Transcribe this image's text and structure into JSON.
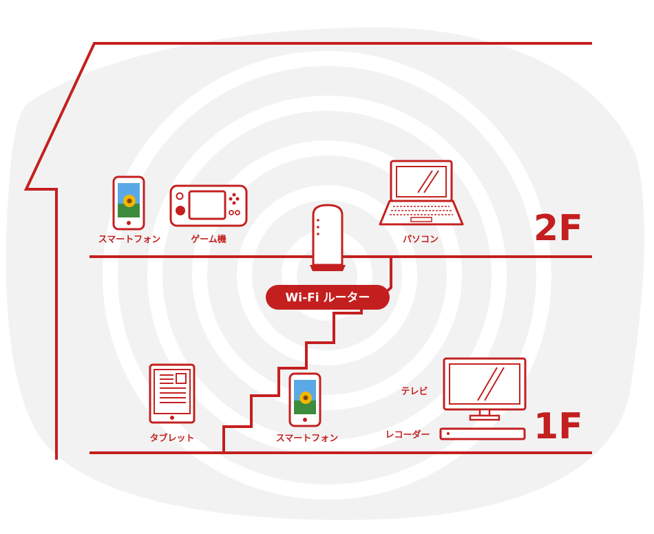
{
  "floors": {
    "upper": "2F",
    "lower": "1F"
  },
  "router_label": "Wi-Fi ルーター",
  "devices": {
    "smartphone_2f": "スマートフォン",
    "game_console": "ゲーム機",
    "pc": "パソコン",
    "tablet": "タブレット",
    "smartphone_1f": "スマートフォン",
    "tv": "テレビ",
    "recorder": "レコーダー"
  },
  "colors": {
    "accent": "#c41f1f",
    "blob": "#f2f2f2",
    "wave": "#ffffff",
    "screen_sky": "#5aa9e6",
    "flower": "#f2b705"
  }
}
